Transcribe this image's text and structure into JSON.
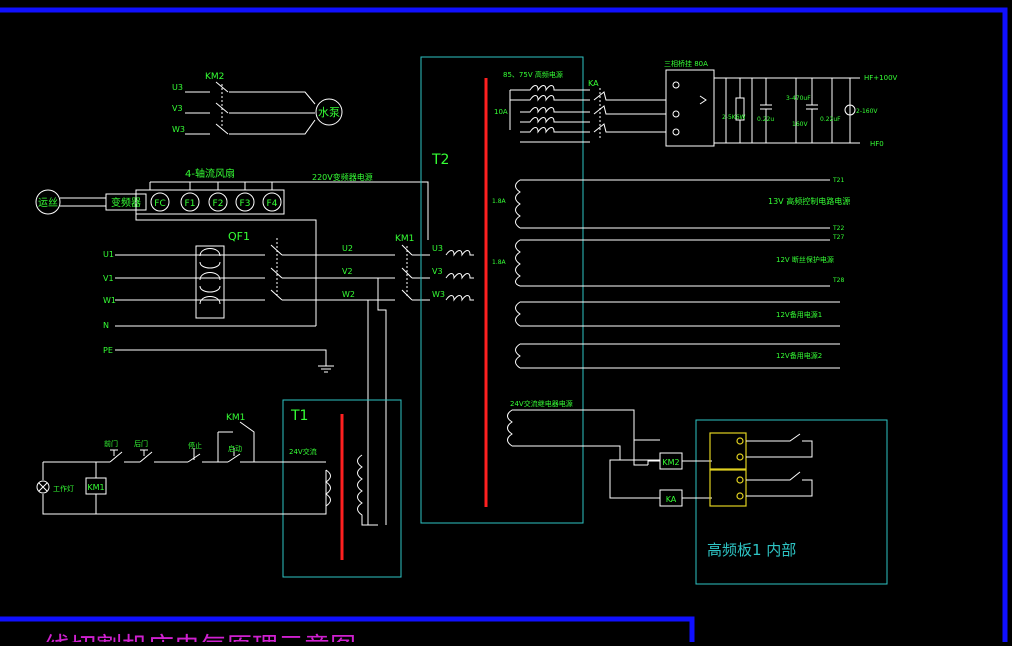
{
  "colors": {
    "background": "#000000",
    "wire": "#ffffff",
    "label": "#35ff35",
    "frame": "#2ec4c4",
    "core": "#ff2020",
    "border": "#1010ff",
    "caption": "#d020d0",
    "terminal": "#e0d020"
  },
  "pump": {
    "contactor": "KM2",
    "phases": [
      "U3",
      "V3",
      "W3"
    ],
    "motor": "水泵"
  },
  "fan": {
    "title": "4-轴流风扇",
    "feed": "220V变频器电源",
    "motor": "运丝",
    "inverter": "变频器",
    "devices": [
      "FC",
      "F1",
      "F2",
      "F3",
      "F4"
    ]
  },
  "supply": {
    "breaker": "QF1",
    "inputs": [
      "U1",
      "V1",
      "W1",
      "N",
      "PE"
    ],
    "mid": [
      "U2",
      "V2",
      "W2"
    ],
    "contactor": "KM1",
    "outputs": [
      "U3",
      "V3",
      "W3"
    ]
  },
  "t2": {
    "title": "T2",
    "hv_label": "85、75V 高频电源",
    "hv_taps": [
      "10A"
    ],
    "relay": "KA",
    "rectifier": "三相桥挂 80A",
    "caps": [
      "2-5K6W",
      "0.22u",
      "3-470uF",
      "160V",
      "0.22uF",
      "2-160V"
    ],
    "dc_terminals": [
      "HF+100V",
      "HF0"
    ],
    "windings": [
      {
        "current": "1.8A",
        "label": "13V 高频控制电路电源",
        "terminals": [
          "T21",
          "T22"
        ]
      },
      {
        "current": "1.8A",
        "label": "12V 断丝保护电源",
        "terminals": [
          "T27",
          "T28"
        ]
      },
      {
        "current": "",
        "label": "12V备用电源1",
        "terminals": []
      },
      {
        "current": "",
        "label": "12V备用电源2",
        "terminals": []
      }
    ],
    "relay_winding": "24V交流继电器电源"
  },
  "t1": {
    "title": "T1",
    "winding": "24V交流"
  },
  "control": {
    "lamp": "工作灯",
    "coil": "KM1",
    "holding": "KM1",
    "buttons": [
      "前门",
      "后门",
      "停止",
      "启动"
    ]
  },
  "board": {
    "title": "高频板1 内部",
    "coils": [
      "KM2",
      "KA"
    ]
  },
  "footer": {
    "caption": "线切割机床电气原理示意图"
  }
}
